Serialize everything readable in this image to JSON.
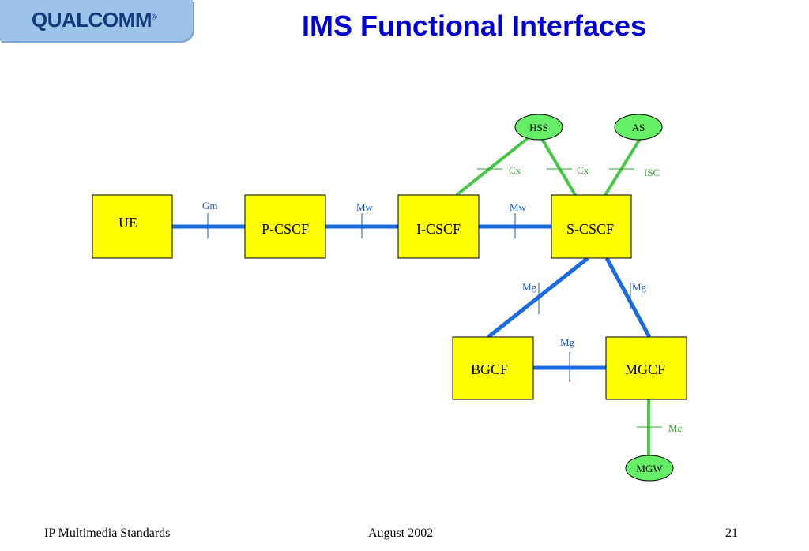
{
  "header": {
    "logo": "QUALCOMM",
    "title": "IMS Functional Interfaces"
  },
  "diagram": {
    "nodes": [
      {
        "id": "ue",
        "label": "UE",
        "shape": "box"
      },
      {
        "id": "pcscf",
        "label": "P-CSCF",
        "shape": "box"
      },
      {
        "id": "icscf",
        "label": "I-CSCF",
        "shape": "box"
      },
      {
        "id": "scscf",
        "label": "S-CSCF",
        "shape": "box"
      },
      {
        "id": "bgcf",
        "label": "BGCF",
        "shape": "box"
      },
      {
        "id": "mgcf",
        "label": "MGCF",
        "shape": "box"
      },
      {
        "id": "hss",
        "label": "HSS",
        "shape": "ellipse"
      },
      {
        "id": "as",
        "label": "AS",
        "shape": "ellipse"
      },
      {
        "id": "mgw",
        "label": "MGW",
        "shape": "ellipse"
      }
    ],
    "interfaces": [
      {
        "id": "gm",
        "from": "ue",
        "to": "pcscf",
        "label": "Gm",
        "type": "signaling"
      },
      {
        "id": "mw1",
        "from": "pcscf",
        "to": "icscf",
        "label": "Mw",
        "type": "signaling"
      },
      {
        "id": "mw2",
        "from": "icscf",
        "to": "scscf",
        "label": "Mw",
        "type": "signaling"
      },
      {
        "id": "mg1",
        "from": "scscf",
        "to": "bgcf",
        "label": "Mg",
        "type": "signaling"
      },
      {
        "id": "mg2",
        "from": "scscf",
        "to": "mgcf",
        "label": "Mg",
        "type": "signaling"
      },
      {
        "id": "mg3",
        "from": "bgcf",
        "to": "mgcf",
        "label": "Mg",
        "type": "signaling"
      },
      {
        "id": "cx1",
        "from": "icscf",
        "to": "hss",
        "label": "Cx",
        "type": "control"
      },
      {
        "id": "cx2",
        "from": "scscf",
        "to": "hss",
        "label": "Cx",
        "type": "control"
      },
      {
        "id": "isc",
        "from": "scscf",
        "to": "as",
        "label": "ISC",
        "type": "control"
      },
      {
        "id": "mc",
        "from": "mgcf",
        "to": "mgw",
        "label": "Mc",
        "type": "control"
      }
    ]
  },
  "colors": {
    "box_fill": "#ffff00",
    "ellipse_fill": "#66ee66",
    "signaling_line": "#1a6ae0",
    "control_line": "#44c844",
    "label_blue": "#1a55c8",
    "label_green": "#2aa82a"
  },
  "footer": {
    "left": "IP Multimedia Standards",
    "center": "August 2002",
    "right": "21"
  }
}
